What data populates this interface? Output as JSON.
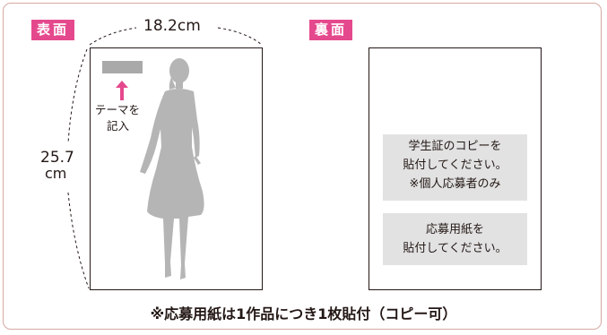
{
  "front": {
    "tag": "表面",
    "width_label": "18.2cm",
    "height_label_value": "25.7",
    "height_label_unit": "cm",
    "theme_label_line1": "テーマを",
    "theme_label_line2": "記入"
  },
  "back": {
    "tag": "裏面",
    "box1_line1": "学生証のコピーを",
    "box1_line2": "貼付してください。",
    "box1_line3": "※個人応募者のみ",
    "box2_line1": "応募用紙を",
    "box2_line2": "貼付してください。"
  },
  "footer": "※応募用紙は1作品につき1枚貼付（コピー可）",
  "colors": {
    "accent": "#e5498d",
    "frame": "#d4a9a3",
    "silhouette": "#b5b5b5",
    "box": "#e2e2e2"
  }
}
